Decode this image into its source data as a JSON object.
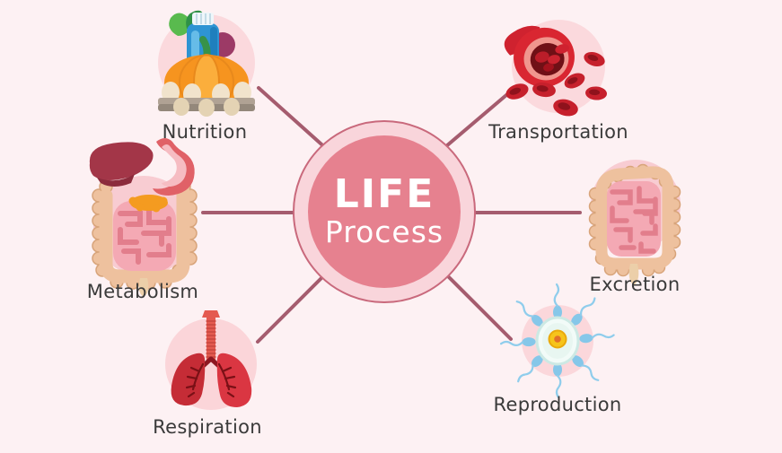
{
  "diagram": {
    "center": {
      "title_top": "LIFE",
      "title_bottom": "Process"
    },
    "nodes": [
      {
        "id": "nutrition",
        "label": "Nutrition",
        "position": "top-left",
        "icon": "pumpkin-eggs-bottle-icon"
      },
      {
        "id": "transportation",
        "label": "Transportation",
        "position": "top-right",
        "icon": "blood-vessel-cells-icon"
      },
      {
        "id": "metabolism",
        "label": "Metabolism",
        "position": "middle-left",
        "icon": "digestive-system-icon"
      },
      {
        "id": "excretion",
        "label": "Excretion",
        "position": "middle-right",
        "icon": "large-intestine-icon"
      },
      {
        "id": "respiration",
        "label": "Respiration",
        "position": "bottom-left",
        "icon": "lungs-icon"
      },
      {
        "id": "reproduction",
        "label": "Reproduction",
        "position": "bottom-right",
        "icon": "ovum-sperm-icon"
      }
    ],
    "colors": {
      "background": "#fdf1f3",
      "connector_line": "#a55c6e",
      "hub_ring": "#f9d5db",
      "hub_ring_border": "#c9697c",
      "hub_inner": "#e6818f",
      "hub_text": "#ffffff",
      "label_text": "#3a3a3a",
      "icon_backdrop": "#fbd9dd"
    }
  }
}
